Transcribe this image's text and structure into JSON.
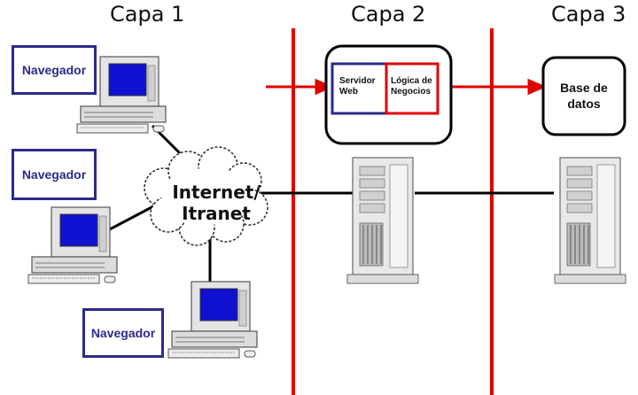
{
  "layers": [
    "Capa 1",
    "Capa 2",
    "Capa 3"
  ],
  "clients": [
    "Navegador",
    "Navegador",
    "Navegador"
  ],
  "network": {
    "line1": "Internet/",
    "line2": "Itranet"
  },
  "server_box": {
    "web": "Servidor Web",
    "logic": "Lógica de Negocios"
  },
  "database": "Base de datos",
  "colors": {
    "divider": "#e00000",
    "client_border": "#2a2a8c",
    "screen": "#1010d0"
  }
}
